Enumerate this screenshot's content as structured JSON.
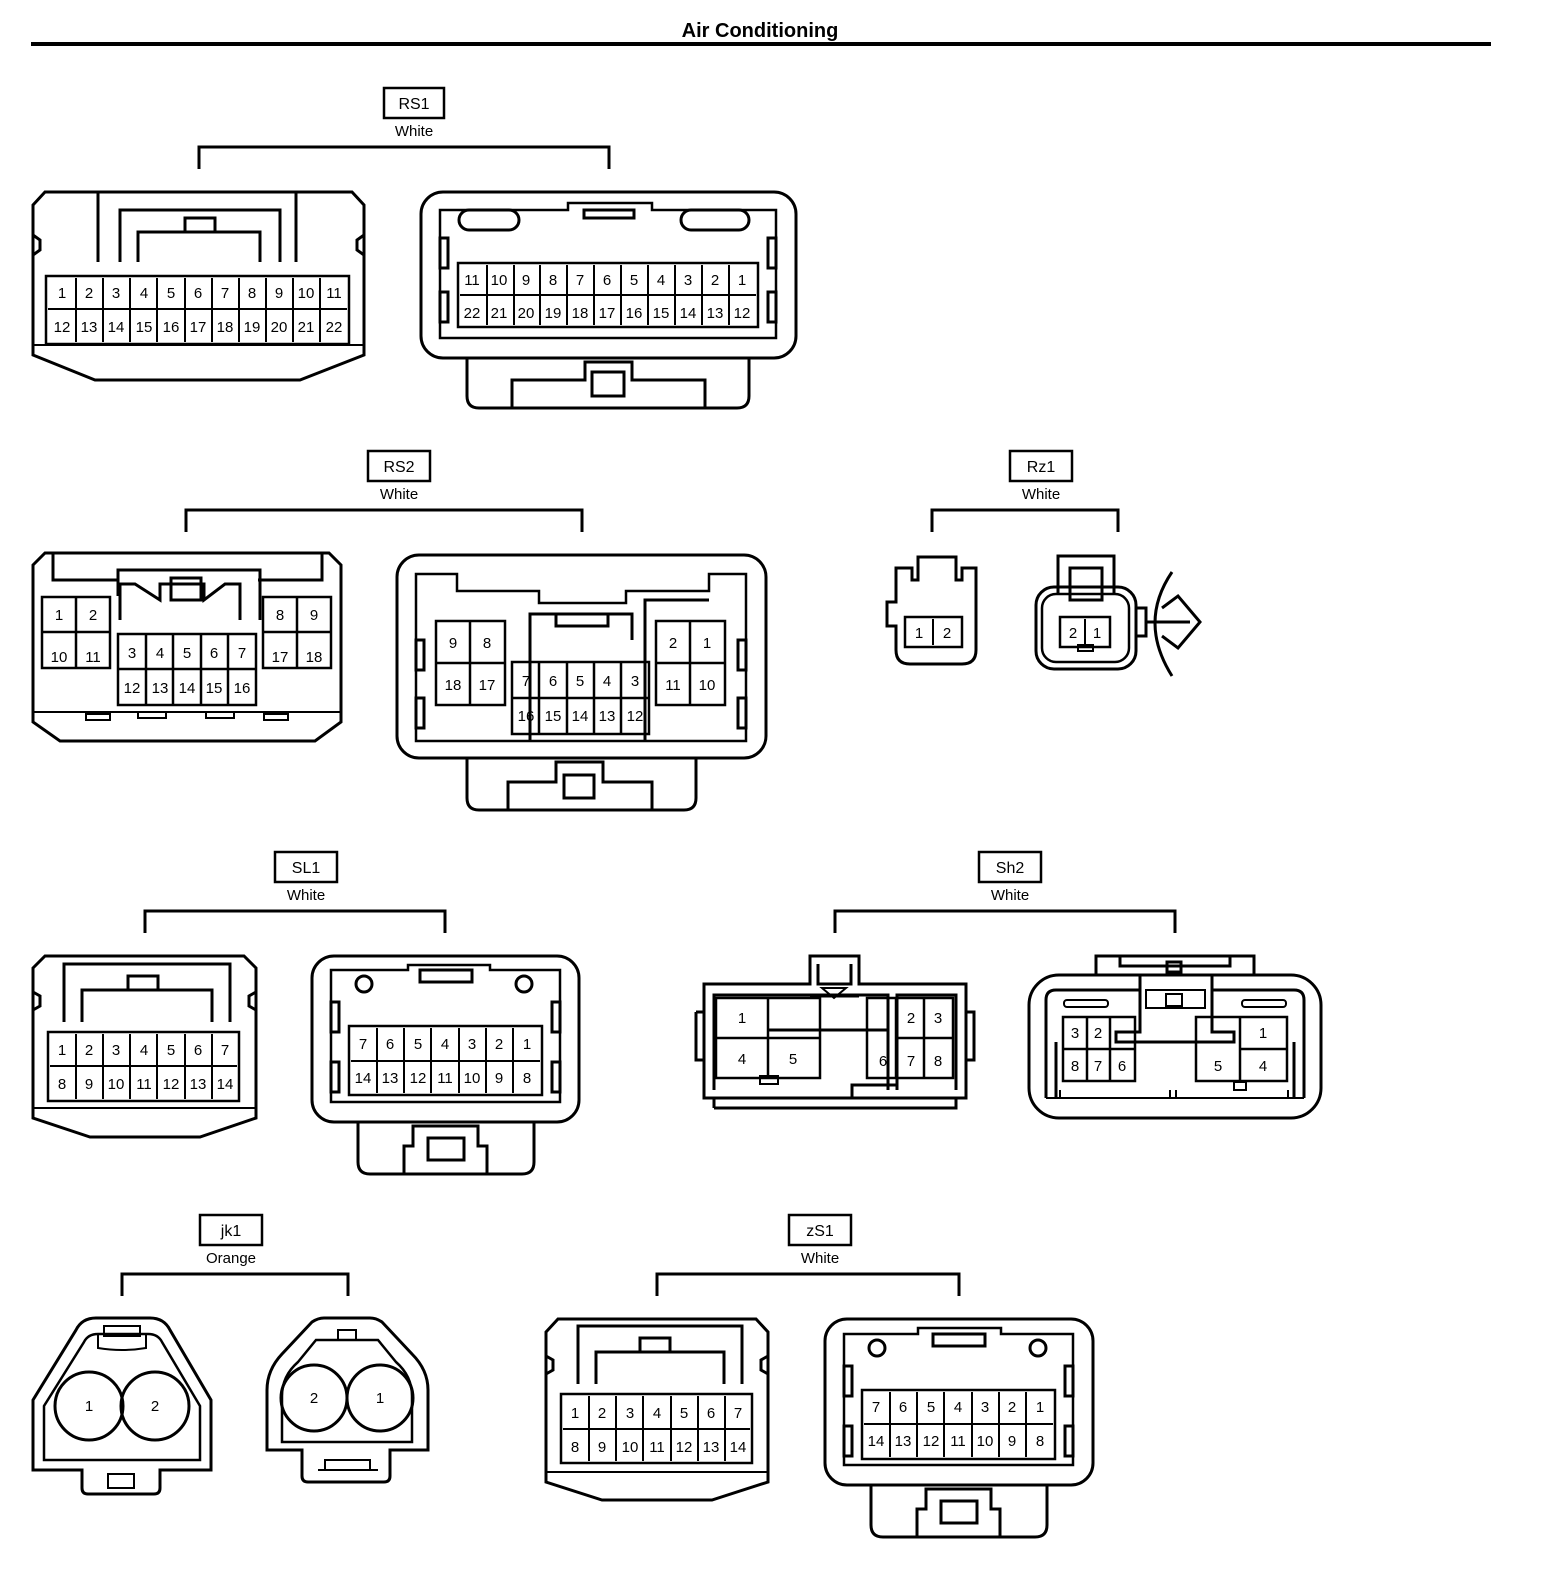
{
  "page": {
    "title": "Air Conditioning"
  },
  "connectors": {
    "rs1": {
      "code": "RS1",
      "color": "White",
      "left_pins_top": [
        "1",
        "2",
        "3",
        "4",
        "5",
        "6",
        "7",
        "8",
        "9",
        "10",
        "11"
      ],
      "left_pins_bottom": [
        "12",
        "13",
        "14",
        "15",
        "16",
        "17",
        "18",
        "19",
        "20",
        "21",
        "22"
      ],
      "right_pins_top": [
        "11",
        "10",
        "9",
        "8",
        "7",
        "6",
        "5",
        "4",
        "3",
        "2",
        "1"
      ],
      "right_pins_bottom": [
        "22",
        "21",
        "20",
        "19",
        "18",
        "17",
        "16",
        "15",
        "14",
        "13",
        "12"
      ]
    },
    "rs2": {
      "code": "RS2",
      "color": "White",
      "left_a_top": [
        "1",
        "2"
      ],
      "left_a_bottom": [
        "10",
        "11"
      ],
      "left_c_top": [
        "3",
        "4",
        "5",
        "6",
        "7"
      ],
      "left_c_bottom": [
        "12",
        "13",
        "14",
        "15",
        "16"
      ],
      "left_b_top": [
        "8",
        "9"
      ],
      "left_b_bottom": [
        "17",
        "18"
      ],
      "right_a_top": [
        "9",
        "8"
      ],
      "right_a_bottom": [
        "18",
        "17"
      ],
      "right_c_top": [
        "7",
        "6",
        "5",
        "4",
        "3"
      ],
      "right_c_bottom": [
        "16",
        "15",
        "14",
        "13",
        "12"
      ],
      "right_b_top": [
        "2",
        "1"
      ],
      "right_b_bottom": [
        "11",
        "10"
      ]
    },
    "rz1": {
      "code": "Rz1",
      "color": "White",
      "left_pins": [
        "1",
        "2"
      ],
      "right_pins": [
        "2",
        "1"
      ]
    },
    "sl1": {
      "code": "SL1",
      "color": "White",
      "left_pins_top": [
        "1",
        "2",
        "3",
        "4",
        "5",
        "6",
        "7"
      ],
      "left_pins_bottom": [
        "8",
        "9",
        "10",
        "11",
        "12",
        "13",
        "14"
      ],
      "right_pins_top": [
        "7",
        "6",
        "5",
        "4",
        "3",
        "2",
        "1"
      ],
      "right_pins_bottom": [
        "14",
        "13",
        "12",
        "11",
        "10",
        "9",
        "8"
      ]
    },
    "sh2": {
      "code": "Sh2",
      "color": "White",
      "left": {
        "p1": "1",
        "p4": "4",
        "p5": "5",
        "p2": "2",
        "p3": "3",
        "p6": "6",
        "p7": "7",
        "p8": "8"
      },
      "right": {
        "p3": "3",
        "p2": "2",
        "p8": "8",
        "p7": "7",
        "p6": "6",
        "p1": "1",
        "p5": "5",
        "p4": "4"
      }
    },
    "jk1": {
      "code": "jk1",
      "color": "Orange",
      "left_pins": [
        "1",
        "2"
      ],
      "right_pins": [
        "2",
        "1"
      ]
    },
    "zs1": {
      "code": "zS1",
      "color": "White",
      "left_pins_top": [
        "1",
        "2",
        "3",
        "4",
        "5",
        "6",
        "7"
      ],
      "left_pins_bottom": [
        "8",
        "9",
        "10",
        "11",
        "12",
        "13",
        "14"
      ],
      "right_pins_top": [
        "7",
        "6",
        "5",
        "4",
        "3",
        "2",
        "1"
      ],
      "right_pins_bottom": [
        "14",
        "13",
        "12",
        "11",
        "10",
        "9",
        "8"
      ]
    }
  }
}
